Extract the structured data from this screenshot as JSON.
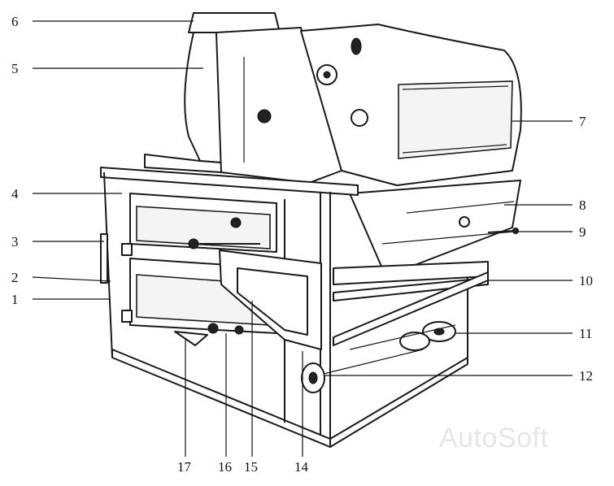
{
  "callouts": {
    "left": [
      "6",
      "5",
      "4",
      "3",
      "2",
      "1"
    ],
    "right": [
      "7",
      "8",
      "9",
      "10",
      "11",
      "12"
    ],
    "bottom": [
      "17",
      "16",
      "15",
      "14"
    ]
  },
  "watermark": "AutoSoft"
}
